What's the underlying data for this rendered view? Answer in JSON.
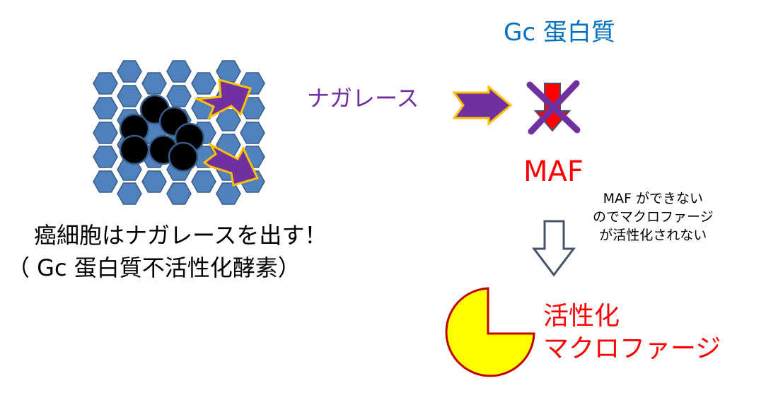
{
  "header": {
    "gc_protein_title": "Gc 蛋白質"
  },
  "labels": {
    "nagarase": "ナガレース",
    "maf": "MAF",
    "maf_note_lines": [
      "MAF ができない",
      "のでマクロファージ",
      "が活性化されない"
    ],
    "cancer_caption_lines": [
      "癌細胞はナガレースを出す！",
      "（ Gc 蛋白質不活性化酵素）"
    ],
    "activated_macrophage_lines": [
      "活性化",
      "マクロファージ"
    ]
  },
  "icons": {
    "cell_grid": "hexagon-cell-tissue-icon",
    "cancer_cells": "black-circle-cluster-icon",
    "secretion_arrows": "purple-arrow-icon",
    "blocked_maf": "red-down-arrow-crossed-icon",
    "flow_down_arrow": "hollow-down-arrow-icon",
    "macrophage": "yellow-pacman-icon"
  },
  "colors": {
    "title_blue": "#0070c0",
    "nagarase_purple": "#7030a0",
    "maf_red": "#ff0000",
    "hex_fill": "#4f81bd",
    "hex_stroke": "#385d8a",
    "arrow_fill": "#7030a0",
    "arrow_outline": "#ffc000",
    "macrophage_fill": "#ffff00",
    "macrophage_stroke": "#c00000"
  }
}
